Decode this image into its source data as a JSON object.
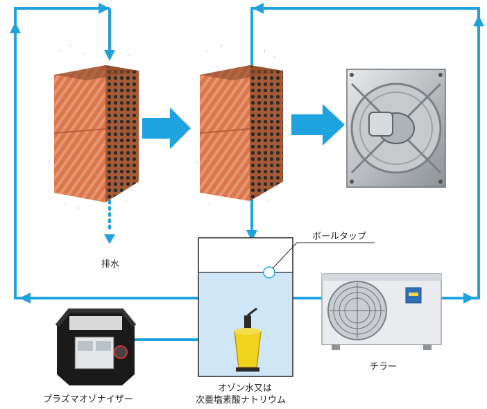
{
  "labels": {
    "drain": "排水",
    "ball_tap": "ボールタップ",
    "chiller": "チラー",
    "plasma_ozonizer": "プラズマオゾナイザー",
    "ozone_water_line1": "オゾン水又は",
    "ozone_water_line2": "次亜塩素酸ナトリウム"
  },
  "colors": {
    "flow_blue": "#1fa3de",
    "pad_orange": "#d9784e",
    "water_tank": "#cfe6f6",
    "pump_yellow": "#f1d21c"
  },
  "icons": {
    "pad": "evaporative-cooling-pad",
    "fan": "exhaust-fan",
    "pump": "submersible-pump",
    "chiller": "chiller-unit",
    "ozonizer": "plasma-ozonizer"
  }
}
